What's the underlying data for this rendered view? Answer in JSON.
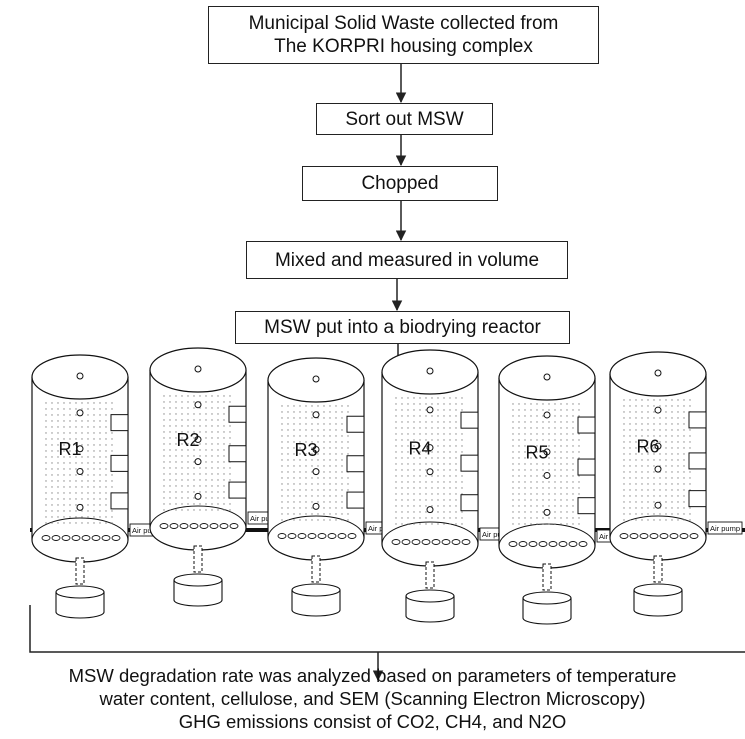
{
  "steps": [
    {
      "text": "Municipal Solid Waste collected from\nThe KORPRI housing complex"
    },
    {
      "text": "Sort out MSW"
    },
    {
      "text": "Chopped"
    },
    {
      "text": "Mixed and measured in volume"
    },
    {
      "text": "MSW put into a biodrying reactor"
    }
  ],
  "reactors": [
    {
      "label": "R1",
      "pump_label": "Air pump"
    },
    {
      "label": "R2",
      "pump_label": "Air pump"
    },
    {
      "label": "R3",
      "pump_label": "Air pump"
    },
    {
      "label": "R4",
      "pump_label": "Air pump"
    },
    {
      "label": "R5",
      "pump_label": "Air pump"
    },
    {
      "label": "R6",
      "pump_label": "Air pump"
    }
  ],
  "result_lines": [
    "MSW degradation rate was analyzed based on parameters of temperature",
    "water content, cellulose, and SEM (Scanning Electron Microscopy)",
    "GHG emissions consist of CO2, CH4, and N2O"
  ]
}
